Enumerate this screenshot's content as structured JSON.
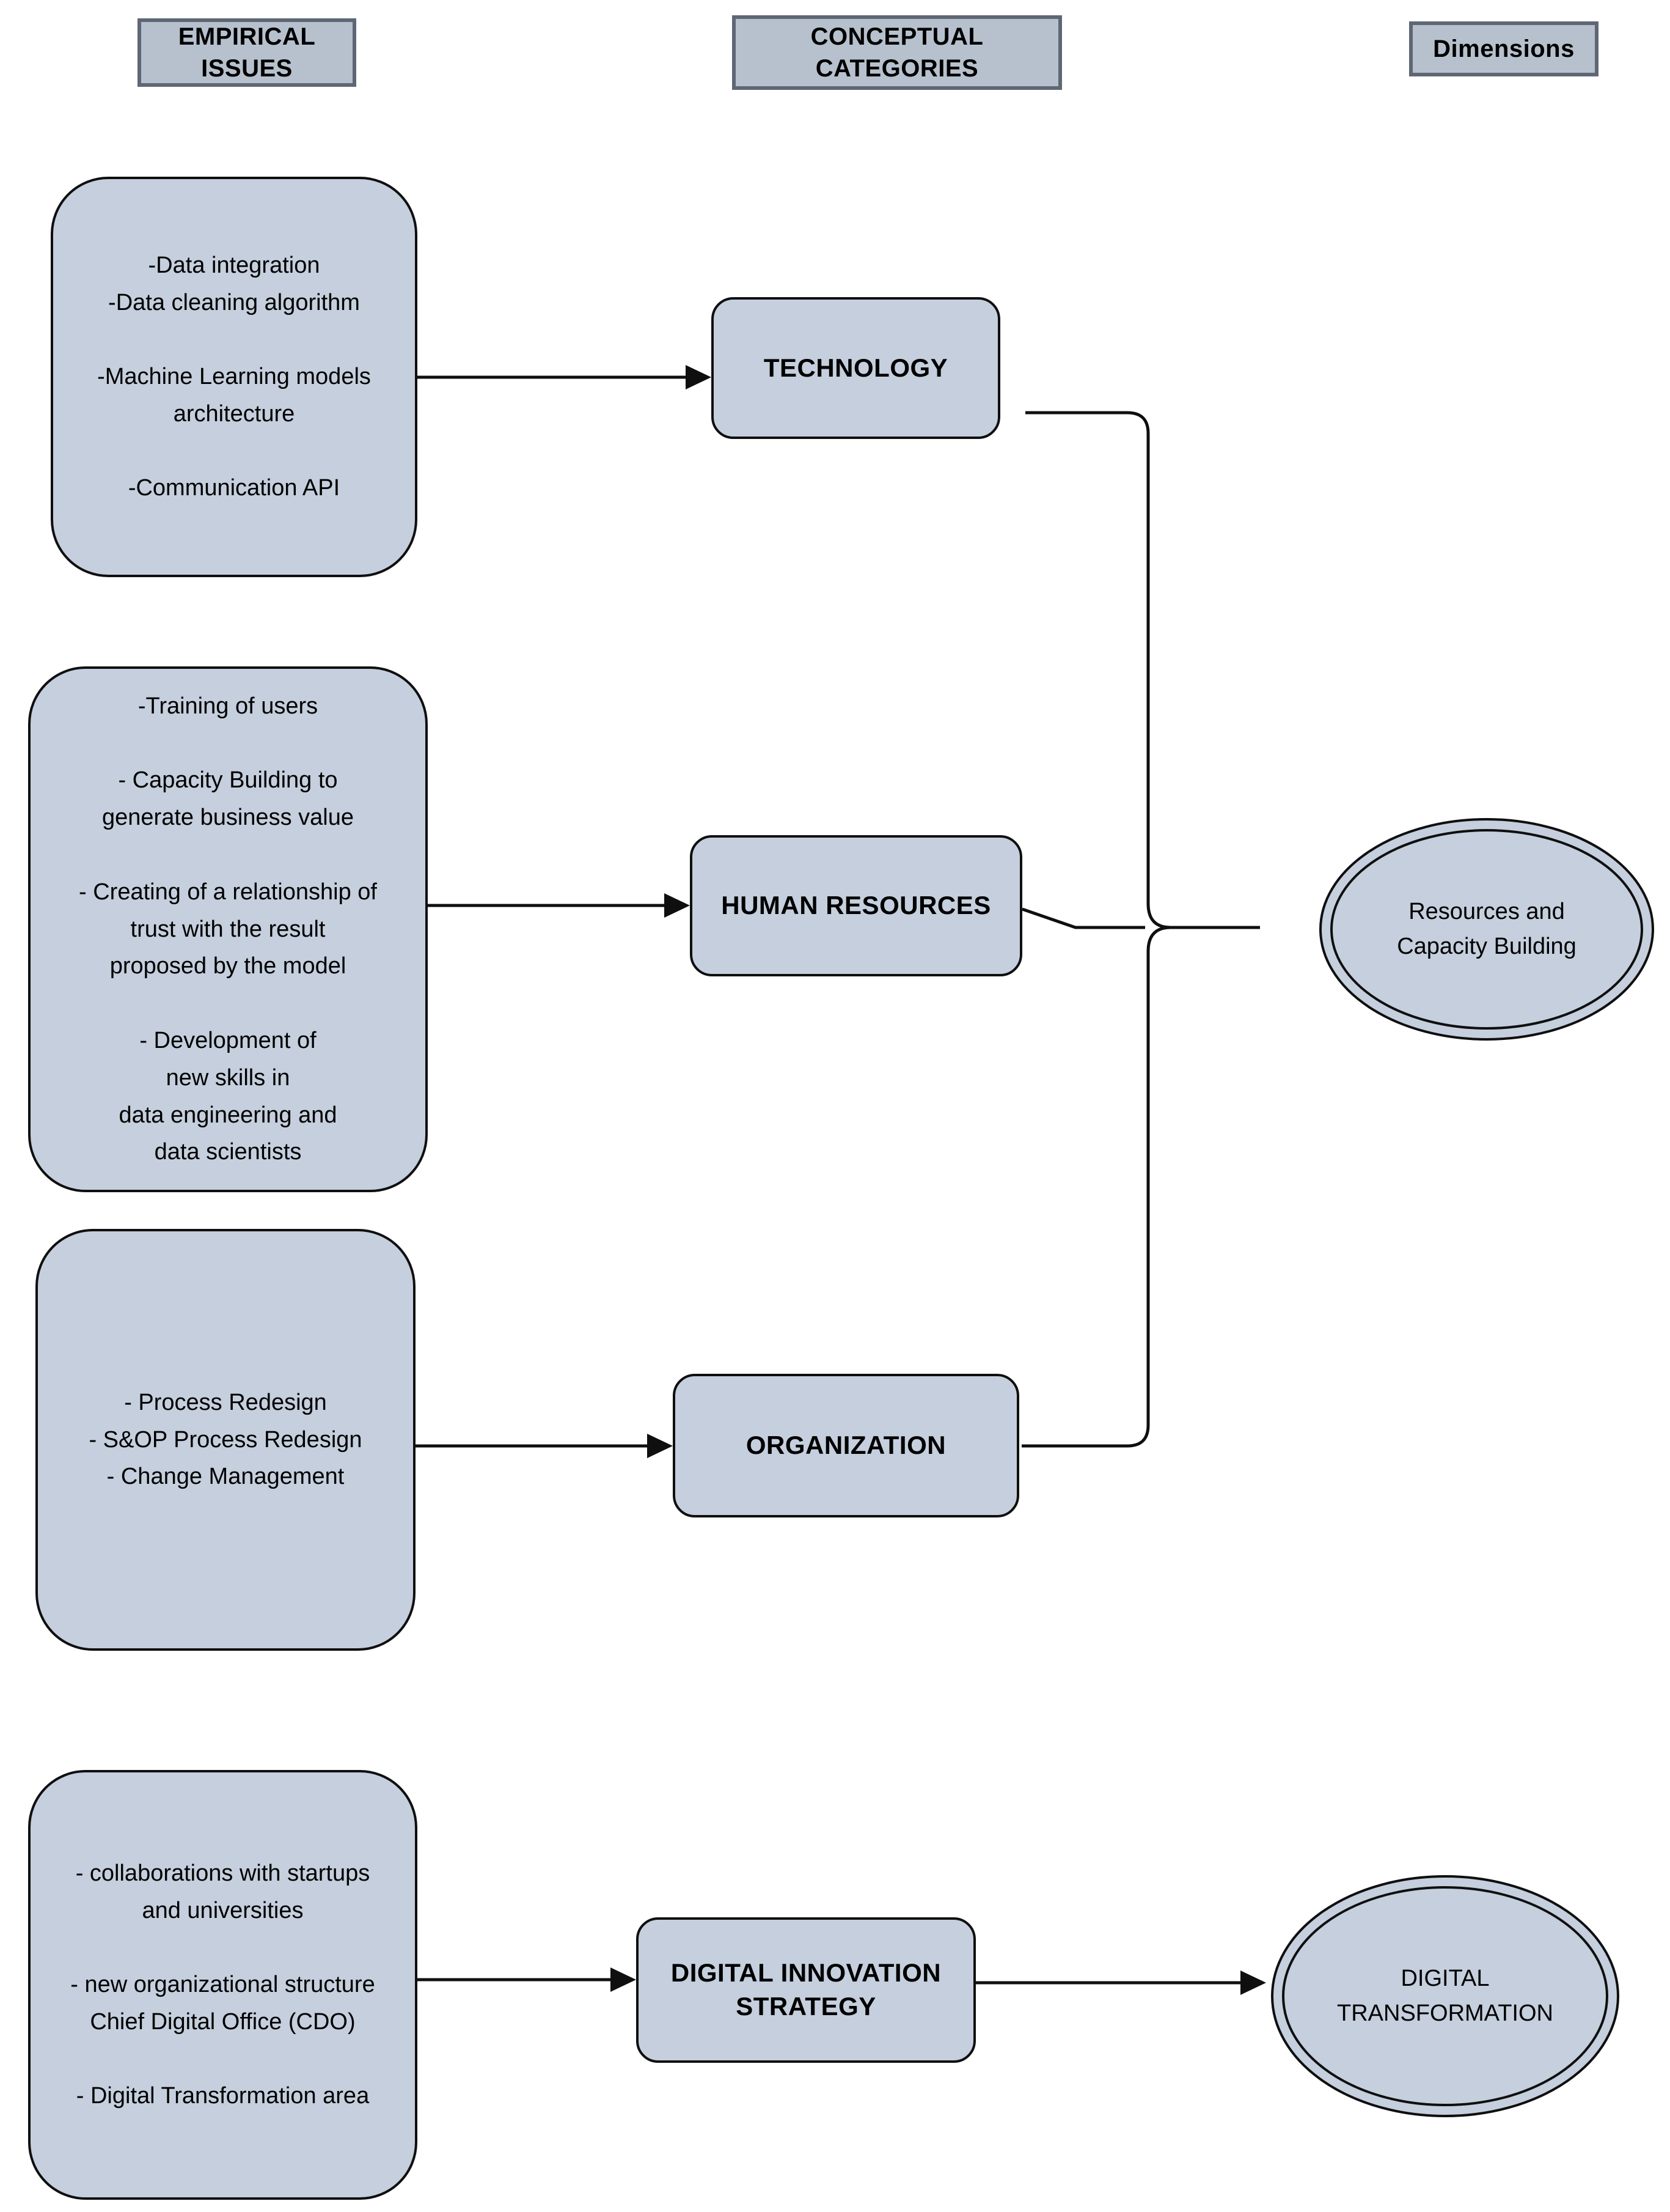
{
  "palette": {
    "background": "#ffffff",
    "node_fill": "#c5cfdd",
    "node_border": "#0f0f0f",
    "header_fill": "#b7c1ce",
    "header_border": "#5f6775",
    "connector_color": "#0f0f0f",
    "text_color": "#000000"
  },
  "headers": [
    {
      "id": "empirical-issues",
      "lines": [
        "EMPIRICAL",
        "ISSUES"
      ]
    },
    {
      "id": "conceptual-categories",
      "lines": [
        "CONCEPTUAL",
        "CATEGORIES"
      ]
    },
    {
      "id": "dimensions",
      "lines": [
        "Dimensions"
      ]
    }
  ],
  "empirical_boxes": [
    {
      "id": "technology-issues",
      "lines": [
        "-Data integration",
        "-Data cleaning algorithm",
        "",
        "-Machine Learning models",
        "architecture",
        "",
        "-Communication API"
      ]
    },
    {
      "id": "human-resources-issues",
      "lines": [
        "-Training of users",
        "",
        "- Capacity Building to",
        "generate business value",
        "",
        "- Creating of a relationship of",
        "trust with the result",
        "proposed by the model",
        "",
        "- Development of",
        "new skills in",
        "data engineering and",
        "data scientists"
      ]
    },
    {
      "id": "organization-issues",
      "lines": [
        "- Process Redesign",
        "- S&OP Process Redesign",
        "- Change Management"
      ]
    },
    {
      "id": "digital-strategy-issues",
      "lines": [
        "- collaborations with startups",
        "and universities",
        "",
        "- new organizational structure",
        "Chief Digital Office (CDO)",
        "",
        "- Digital Transformation area"
      ]
    }
  ],
  "categories": [
    {
      "id": "technology",
      "lines": [
        "TECHNOLOGY"
      ]
    },
    {
      "id": "human-resources",
      "lines": [
        "HUMAN RESOURCES"
      ]
    },
    {
      "id": "organization",
      "lines": [
        "ORGANIZATION"
      ]
    },
    {
      "id": "digital-innovation-strategy",
      "lines": [
        "DIGITAL INNOVATION",
        "STRATEGY"
      ]
    }
  ],
  "dimension_ellipses": [
    {
      "id": "resources-capacity-building",
      "lines": [
        "Resources and",
        "Capacity Building"
      ]
    },
    {
      "id": "digital-transformation",
      "lines": [
        "DIGITAL",
        "TRANSFORMATION"
      ]
    }
  ]
}
